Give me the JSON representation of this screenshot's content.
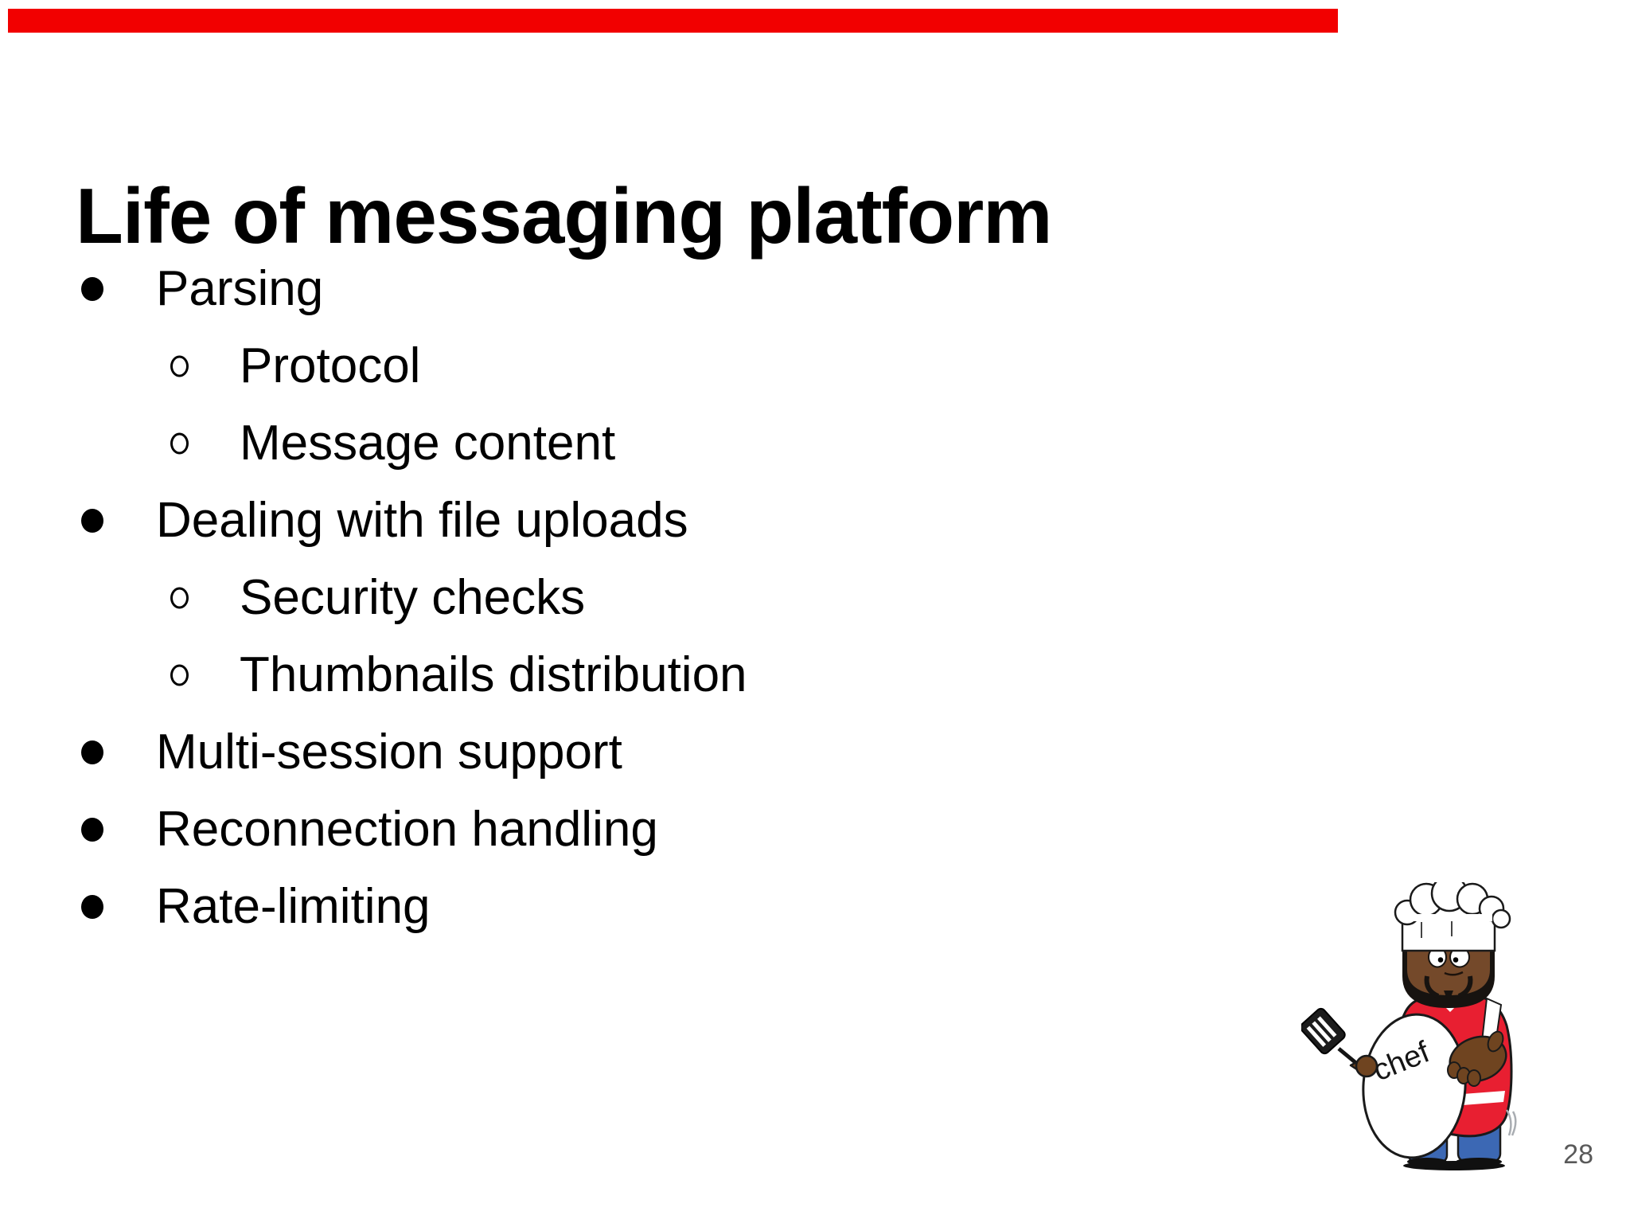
{
  "slide": {
    "accent_bar_color": "#f20000",
    "title": "Life of messaging platform",
    "bullets": [
      {
        "level": 1,
        "text": "Parsing"
      },
      {
        "level": 2,
        "text": "Protocol"
      },
      {
        "level": 2,
        "text": "Message content"
      },
      {
        "level": 1,
        "text": "Dealing with file uploads"
      },
      {
        "level": 2,
        "text": "Security checks"
      },
      {
        "level": 2,
        "text": "Thumbnails distribution"
      },
      {
        "level": 1,
        "text": "Multi-session support"
      },
      {
        "level": 1,
        "text": "Reconnection handling"
      },
      {
        "level": 1,
        "text": "Rate-limiting"
      }
    ],
    "page_number": "28",
    "page_number_color": "#595959",
    "sticker": {
      "label": "chef",
      "colors": {
        "shirt": "#e81f31",
        "pants": "#3c68b4",
        "skin": "#74492a",
        "hand": "#6f4420",
        "apron": "#ffffff",
        "outline": "#1a1a1a"
      }
    }
  }
}
